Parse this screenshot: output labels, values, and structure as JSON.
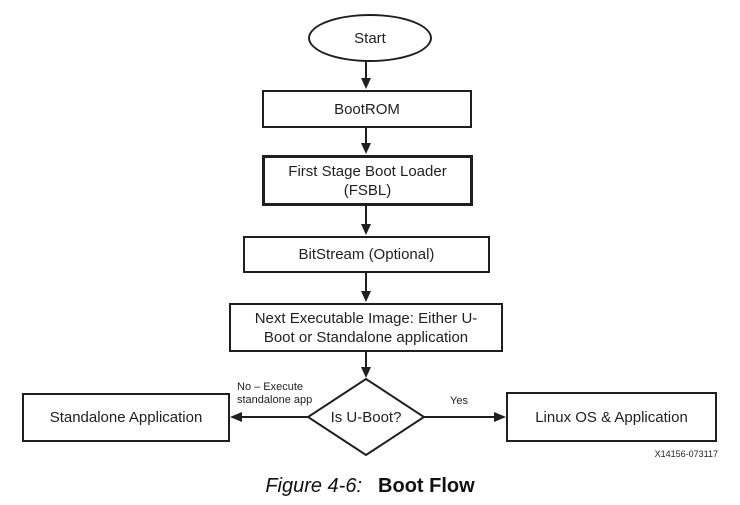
{
  "figure": {
    "caption_label": "Figure 4-6:",
    "caption_title": "Boot Flow",
    "part_number": "X14156-073117"
  },
  "flowchart": {
    "start_label": "Start",
    "bootrom_label": "BootROM",
    "fsbl_lines": [
      "First Stage Boot Loader",
      "(FSBL)"
    ],
    "bitstream_label": "BitStream (Optional)",
    "next_image_lines": [
      "Next Executable Image: Either U-",
      "Boot or Standalone application"
    ],
    "decision_label": "Is U-Boot?",
    "standalone_label": "Standalone Application",
    "linux_label": "Linux OS & Application",
    "no_branch_lines": [
      "No – Execute",
      "standalone app"
    ],
    "yes_branch_label": "Yes",
    "colors": {
      "stroke": "#1f1f1f",
      "background": "#ffffff"
    }
  }
}
